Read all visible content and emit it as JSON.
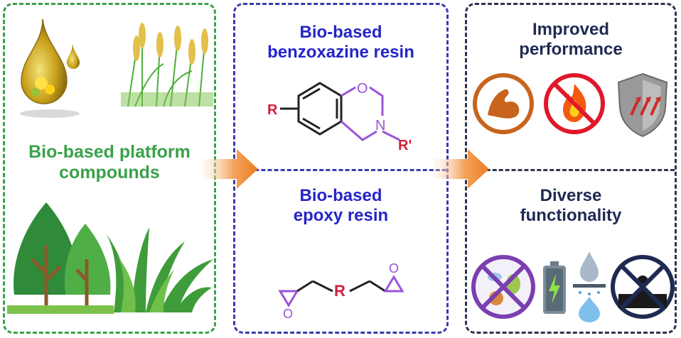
{
  "left": {
    "title_line1": "Bio-based platform",
    "title_line2": "compounds"
  },
  "middle": {
    "benzoxazine_line1": "Bio-based",
    "benzoxazine_line2": "benzoxazine resin",
    "epoxy_line1": "Bio-based",
    "epoxy_line2": "epoxy resin",
    "struct_label_R": "R",
    "struct_label_O": "O",
    "struct_label_N": "N",
    "struct_label_Rprime": "R'",
    "epoxy_label_R": "R",
    "epoxy_label_O1": "O",
    "epoxy_label_O2": "O"
  },
  "right": {
    "top_line1": "Improved",
    "top_line2": "performance",
    "bottom_line1": "Diverse",
    "bottom_line2": "functionality"
  },
  "colors": {
    "green": "#3aa14a",
    "blue": "#2525c8",
    "navy": "#1f2a52",
    "arrow": "#f08a2c",
    "muscle_ring": "#c8641e",
    "fire_ring": "#e0182a",
    "shield": "#8a8a8a"
  }
}
